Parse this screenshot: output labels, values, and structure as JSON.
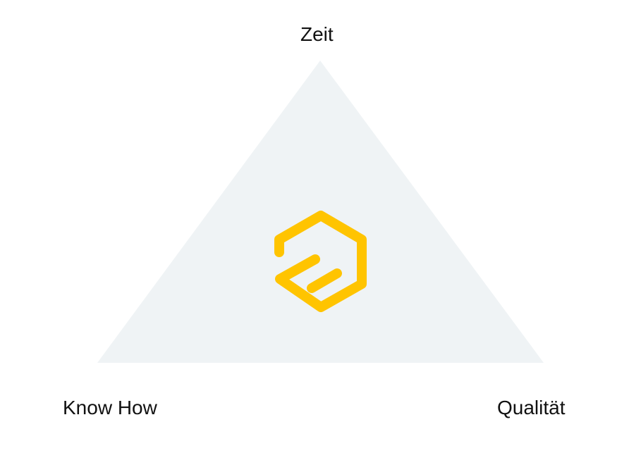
{
  "diagram": {
    "labels": {
      "top": "Zeit",
      "bottom_left": "Know How",
      "bottom_right": "Qualität"
    },
    "colors": {
      "triangle": "#eff3f5",
      "logo": "#ffc400",
      "text": "#111111"
    },
    "center_icon": "hexagon-e-logo-icon"
  }
}
